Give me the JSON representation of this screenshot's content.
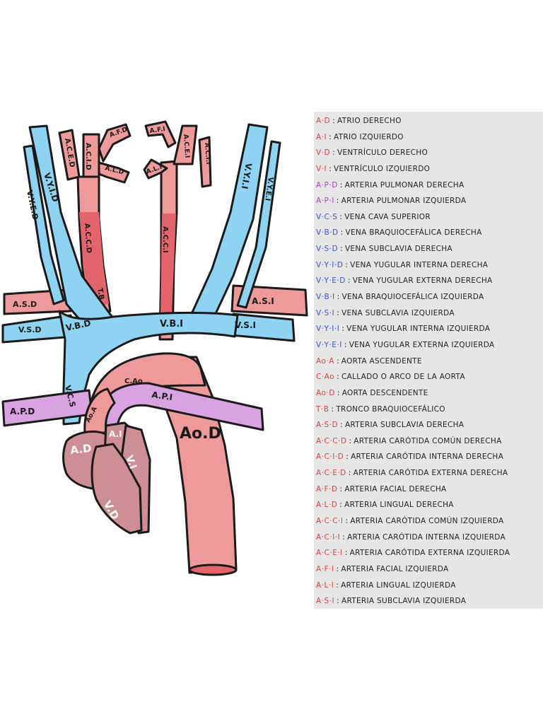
{
  "colors": {
    "vein": "#8fd3f2",
    "artery": "#ef9a9a",
    "artery_dark": "#e4646c",
    "pulmonary": "#d9a3e2",
    "heart": "#cd8f95",
    "outline": "#1a1a1a",
    "legend_bg": "#e6e6e6"
  },
  "diagram_labels": {
    "vyed": "V.Y.E.D",
    "vyid": "V.Y.I.D",
    "aced": "A.C.E.D",
    "acid": "A.C.I.D",
    "afd": "A.F.D",
    "ald": "A.L.D",
    "acd": "A.C.C.D",
    "tb": "T.B",
    "afi": "A.F.I",
    "ali": "A.L.I",
    "acei": "A.C.E.I",
    "acii": "A.C.I.I",
    "acci": "A.C.C.I",
    "vyii": "V.Y.I.I",
    "vyei": "V.Y.E.I",
    "asd": "A.S.D",
    "asi": "A.S.I",
    "vsd": "V.S.D",
    "vbd": "V.B.D",
    "vbi": "V.B.I",
    "vsi": "V.S.I",
    "cao": "C.Ao",
    "api": "A.P.I",
    "apd": "A.P.D",
    "vcs": "V.C.S",
    "aoa": "Ao.A",
    "aod": "Ao.D",
    "ad": "A.D",
    "ai": "A.I",
    "vd": "V.D",
    "vi": "V.I"
  },
  "legend": [
    {
      "abbr": "A·D",
      "color": "#e04040",
      "text": "ATRIO DERECHO"
    },
    {
      "abbr": "A·I",
      "color": "#e04040",
      "text": "ATRIO IZQUIERDO"
    },
    {
      "abbr": "V·D",
      "color": "#e04040",
      "text": "VENTRÍCULO DERECHO"
    },
    {
      "abbr": "V·I",
      "color": "#e04040",
      "text": "VENTRÍCULO IZQUIERDO"
    },
    {
      "abbr": "A·P·D",
      "color": "#b040c8",
      "text": "ARTERIA PULMONAR DERECHA"
    },
    {
      "abbr": "A·P·I",
      "color": "#b040c8",
      "text": "ARTERIA PULMONAR IZQUIERDA"
    },
    {
      "abbr": "V·C·S",
      "color": "#4050d0",
      "text": "VENA CAVA SUPERIOR"
    },
    {
      "abbr": "V·B·D",
      "color": "#4050d0",
      "text": "VENA BRAQUIOCEFÁLICA DERECHA"
    },
    {
      "abbr": "V·S·D",
      "color": "#4050d0",
      "text": "VENA SUBCLAVIA DERECHA"
    },
    {
      "abbr": "V·Y·I·D",
      "color": "#4050d0",
      "text": "VENA YUGULAR INTERNA DERECHA"
    },
    {
      "abbr": "V·Y·E·D",
      "color": "#4050d0",
      "text": "VENA YUGULAR EXTERNA DERECHA"
    },
    {
      "abbr": "V·B·I",
      "color": "#4050d0",
      "text": "VENA BRAQUIOCEFÁLICA IZQUIERDA"
    },
    {
      "abbr": "V·S·I",
      "color": "#4050d0",
      "text": "VENA SUBCLAVIA IZQUIERDA"
    },
    {
      "abbr": "V·Y·I·I",
      "color": "#4050d0",
      "text": "VENA YUGULAR INTERNA IZQUIERDA"
    },
    {
      "abbr": "V·Y·E·I",
      "color": "#4050d0",
      "text": "VENA YUGULAR EXTERNA IZQUIERDA"
    },
    {
      "abbr": "Ao·A",
      "color": "#e04040",
      "text": "AORTA ASCENDENTE"
    },
    {
      "abbr": "C·Ao",
      "color": "#e04040",
      "text": "CALLADO O ARCO DE LA AORTA"
    },
    {
      "abbr": "Ao·D",
      "color": "#e04040",
      "text": "AORTA DESCENDENTE"
    },
    {
      "abbr": "T·B",
      "color": "#e04040",
      "text": "TRONCO BRAQUIOCEFÁLICO"
    },
    {
      "abbr": "A·S·D",
      "color": "#e04040",
      "text": "ARTERIA SUBCLAVIA DERECHA"
    },
    {
      "abbr": "A·C·C·D",
      "color": "#e04040",
      "text": "ARTERIA CARÓTIDA COMÚN DERECHA"
    },
    {
      "abbr": "A·C·I·D",
      "color": "#e04040",
      "text": "ARTERIA CARÓTIDA INTERNA DERECHA"
    },
    {
      "abbr": "A·C·E·D",
      "color": "#e04040",
      "text": "ARTERIA CARÓTIDA EXTERNA DERECHA"
    },
    {
      "abbr": "A·F·D",
      "color": "#e04040",
      "text": "ARTERIA FACIAL DERECHA"
    },
    {
      "abbr": "A·L·D",
      "color": "#e04040",
      "text": "ARTERIA LINGUAL DERECHA"
    },
    {
      "abbr": "A·C·C·I",
      "color": "#e04040",
      "text": "ARTERIA CARÓTIDA COMÚN IZQUIERDA"
    },
    {
      "abbr": "A·C·I·I",
      "color": "#e04040",
      "text": "ARTERIA CARÓTIDA INTERNA IZQUIERDA"
    },
    {
      "abbr": "A·C·E·I",
      "color": "#e04040",
      "text": "ARTERIA CARÓTIDA EXTERNA IZQUIERDA"
    },
    {
      "abbr": "A·F·I",
      "color": "#e04040",
      "text": "ARTERIA FACIAL IZQUIERDA"
    },
    {
      "abbr": "A·L·I",
      "color": "#e04040",
      "text": "ARTERIA LINGUAL IZQUIERDA"
    },
    {
      "abbr": "A·S·I",
      "color": "#e04040",
      "text": "ARTERIA SUBCLAVIA IZQUIERDA"
    }
  ]
}
